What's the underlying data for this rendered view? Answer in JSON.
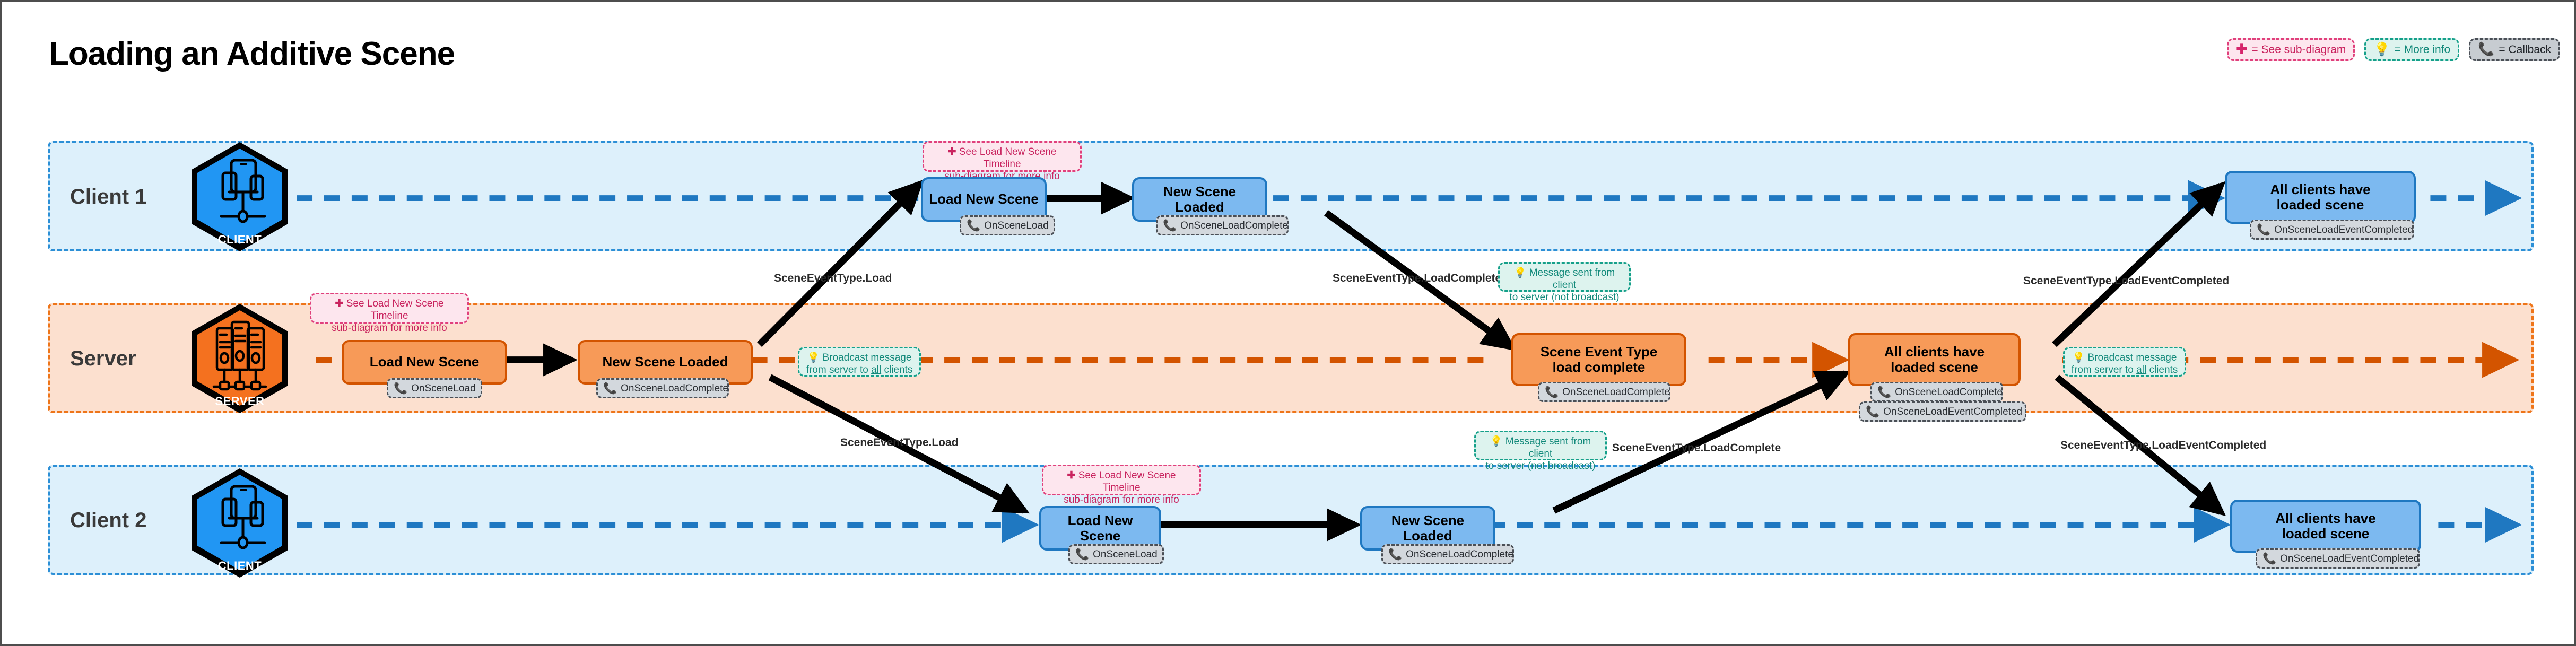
{
  "title": "Loading an Additive Scene",
  "legend": [
    {
      "id": "see-sub-diagram",
      "icon": "plus-cross-icon",
      "glyph": "✚",
      "label": "= See sub-diagram",
      "style": "pink"
    },
    {
      "id": "more-info",
      "icon": "lightbulb-icon",
      "glyph": "💡",
      "label": "= More info",
      "style": "teal"
    },
    {
      "id": "callback",
      "icon": "phone-callback-icon",
      "glyph": "📞",
      "label": "= Callback",
      "style": "gray"
    }
  ],
  "colors": {
    "client_lane_fill": "#ddf0fb",
    "client_lane_border": "#2c8fd6",
    "server_lane_fill": "#fce0cf",
    "server_lane_border": "#ee7519",
    "client_node_fill": "#7cb9f0",
    "client_node_border": "#1f78c1",
    "server_node_fill": "#f79a58",
    "server_node_border": "#d35400",
    "callback_fill": "#d3d8dd",
    "callback_border": "#4a4f56",
    "note_pink_fill": "#fde6ee",
    "note_pink_border": "#e0407c",
    "note_teal_fill": "#ddf3ee",
    "note_teal_border": "#15a08a",
    "flow_black": "#000000"
  },
  "lanes": [
    {
      "id": "client1",
      "label": "Client 1",
      "actor_caption": "CLIENT",
      "actor_icon": "client-devices-icon"
    },
    {
      "id": "server",
      "label": "Server",
      "actor_caption": "SERVER",
      "actor_icon": "server-racks-icon"
    },
    {
      "id": "client2",
      "label": "Client 2",
      "actor_caption": "CLIENT",
      "actor_icon": "client-devices-icon"
    }
  ],
  "nodes": {
    "c1_load_new_scene": {
      "label": "Load New Scene"
    },
    "c1_new_scene_loaded": {
      "label": "New Scene Loaded"
    },
    "c1_all_clients_loaded": {
      "label": "All clients have\nloaded scene"
    },
    "sv_load_new_scene": {
      "label": "Load New Scene"
    },
    "sv_new_scene_loaded": {
      "label": "New Scene Loaded"
    },
    "sv_scene_event_complete": {
      "label": "Scene Event Type\nload complete"
    },
    "sv_all_clients_loaded": {
      "label": "All clients have\nloaded scene"
    },
    "c2_load_new_scene": {
      "label": "Load New Scene"
    },
    "c2_new_scene_loaded": {
      "label": "New Scene Loaded"
    },
    "c2_all_clients_loaded": {
      "label": "All clients have\nloaded scene"
    }
  },
  "callbacks": {
    "c1_on_scene_load": {
      "label": "OnSceneLoad"
    },
    "c1_on_scene_load_complete": {
      "label": "OnSceneLoadComplete"
    },
    "c1_on_scene_load_event_completed": {
      "label": "OnSceneLoadEventCompleted"
    },
    "sv_on_scene_load": {
      "label": "OnSceneLoad"
    },
    "sv_on_scene_load_complete": {
      "label": "OnSceneLoadComplete"
    },
    "sv_sec_on_scene_load_complete": {
      "label": "OnSceneLoadComplete"
    },
    "sv_all_on_scene_load_complete": {
      "label": "OnSceneLoadComplete"
    },
    "sv_all_on_scene_load_event_completed": {
      "label": "OnSceneLoadEventCompleted"
    },
    "c2_on_scene_load": {
      "label": "OnSceneLoad"
    },
    "c2_on_scene_load_complete": {
      "label": "OnSceneLoadComplete"
    },
    "c2_on_scene_load_event_completed": {
      "label": "OnSceneLoadEventCompleted"
    }
  },
  "notes": {
    "c1_sub_diagram": {
      "glyph": "✚",
      "line1": "See Load New Scene Timeline",
      "line2": "sub-diagram for more info",
      "style": "pink"
    },
    "sv_sub_diagram": {
      "glyph": "✚",
      "line1": "See Load New Scene Timeline",
      "line2": "sub-diagram for more info",
      "style": "pink"
    },
    "c2_sub_diagram": {
      "glyph": "✚",
      "line1": "See Load New Scene Timeline",
      "line2": "sub-diagram for more info",
      "style": "pink"
    },
    "sv_broadcast_1": {
      "glyph": "💡",
      "line1": "Broadcast message",
      "line2_pre": "from server to ",
      "line2_em": "all",
      "line2_post": " clients",
      "style": "teal"
    },
    "sv_broadcast_2": {
      "glyph": "💡",
      "line1": "Broadcast message",
      "line2_pre": "from server to ",
      "line2_em": "all",
      "line2_post": " clients",
      "style": "teal"
    },
    "c1_not_broadcast": {
      "glyph": "💡",
      "line1": "Message sent from client",
      "line2": "to server (not broadcast)",
      "style": "teal"
    },
    "c2_not_broadcast": {
      "glyph": "💡",
      "line1": "Message sent from client",
      "line2": "to server (not broadcast)",
      "style": "teal"
    }
  },
  "edge_labels": {
    "c1_to_sv_load": "SceneEventType.Load",
    "c1_to_sv_load_complete": "SceneEventType.LoadComplete",
    "sv_to_c1_load_event_done": "SceneEventType.LoadEventCompleted",
    "sv_to_c2_load": "SceneEventType.Load",
    "c2_to_sv_load_complete": "SceneEventType.LoadComplete",
    "sv_to_c2_load_event_done": "SceneEventType.LoadEventCompleted"
  }
}
